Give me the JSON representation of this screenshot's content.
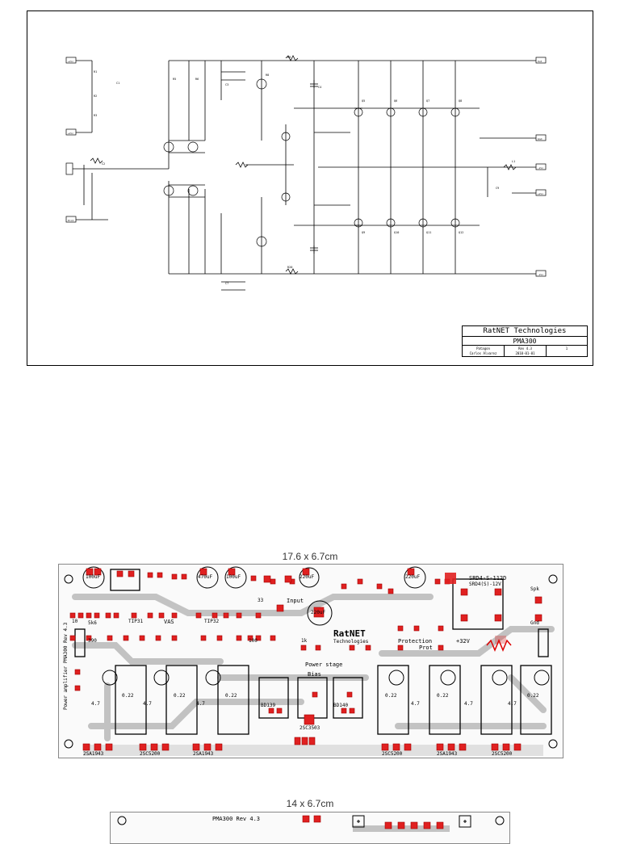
{
  "schematic": {
    "connectors": [
      "+Vcc",
      "+Vcc",
      "+Vcc",
      "Prot",
      "Out",
      "Gnd",
      "-Vcc",
      "-Vcc"
    ],
    "title_block": {
      "company": "RatNET Technologies",
      "model": "PMA300",
      "cells": [
        "Patagon\nCarlos Alvarez",
        "Rev 4.3\n2010-01-01",
        "1"
      ]
    }
  },
  "captions": {
    "board1": "17.6 x 6.7cm",
    "board2": "14 x 6.7cm"
  },
  "board1": {
    "labels": {
      "part_number": "SRD4-S-112D",
      "relay_part": "SRD4(S)-12V",
      "cap1": "100uF",
      "cap2": "470uF",
      "cap3": "100uF",
      "cap4": "220uF",
      "cap5": "220uF",
      "cap6": "220uF",
      "brand": "RatNET",
      "brand_sub": "Technologies",
      "input": "Input",
      "power_stage": "Power stage",
      "protection": "Protection",
      "prot": "Prot",
      "plus32": "+32V",
      "bias": "Bias",
      "vas": "VAS",
      "spk": "Spk",
      "gnd": "Gnd",
      "side_text": "Power amplifier PMA300 Rev 4.3",
      "r10": "10",
      "r33": "33",
      "r100": "100",
      "r390": "390",
      "r5k6": "5k6",
      "r1k": "1k",
      "r47": "4.7",
      "r022": "0.22",
      "t1": "TIP31",
      "t2": "TIP32",
      "q1": "2SA1943",
      "q2": "2SC5200",
      "q3": "2SA1943",
      "q4": "2SC5200",
      "q5": "2SA1943",
      "q6": "2SC5200",
      "bd1": "BD139",
      "bd2": "BD140",
      "bd3": "2SC3503"
    }
  },
  "board2": {
    "title": "PMA300 Rev 4.3"
  },
  "colors": {
    "pad_red": "#e02020",
    "trace_gray": "#b9b9b9",
    "silk": "#000000"
  }
}
